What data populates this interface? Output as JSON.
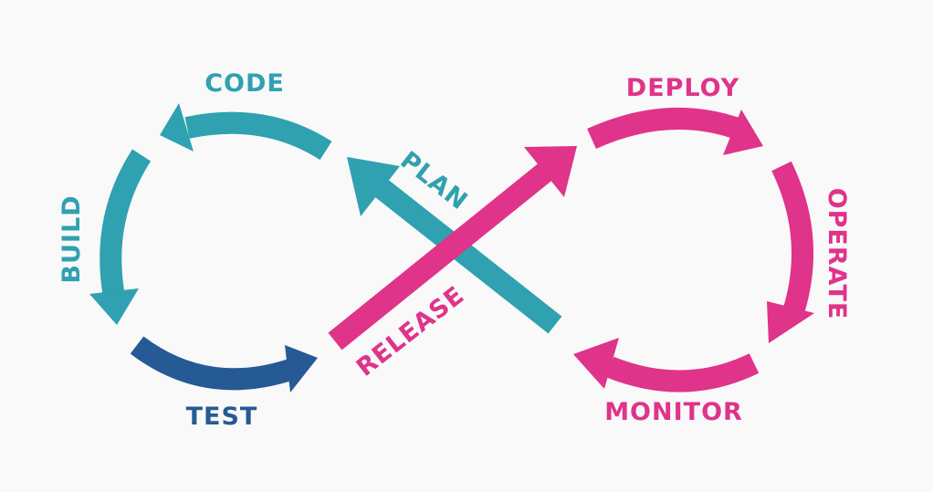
{
  "colors": {
    "background": "#f9f9f9",
    "teal": "#2fa1b0",
    "navy": "#255a95",
    "magenta": "#e0338a"
  },
  "stages": [
    {
      "key": "code",
      "label": "CODE",
      "color": "#2fa1b0",
      "icon": "curved-arrow-icon"
    },
    {
      "key": "build",
      "label": "BUILD",
      "color": "#2fa1b0",
      "icon": "curved-arrow-icon"
    },
    {
      "key": "test",
      "label": "TEST",
      "color": "#255a95",
      "icon": "curved-arrow-icon"
    },
    {
      "key": "release",
      "label": "RELEASE",
      "color": "#e0338a",
      "icon": "straight-arrow-icon"
    },
    {
      "key": "deploy",
      "label": "DEPLOY",
      "color": "#e0338a",
      "icon": "curved-arrow-icon"
    },
    {
      "key": "operate",
      "label": "OPERATE",
      "color": "#e0338a",
      "icon": "curved-arrow-icon"
    },
    {
      "key": "monitor",
      "label": "MONITOR",
      "color": "#e0338a",
      "icon": "curved-arrow-icon"
    },
    {
      "key": "plan",
      "label": "PLAN",
      "color": "#2fa1b0",
      "icon": "straight-arrow-icon"
    }
  ]
}
